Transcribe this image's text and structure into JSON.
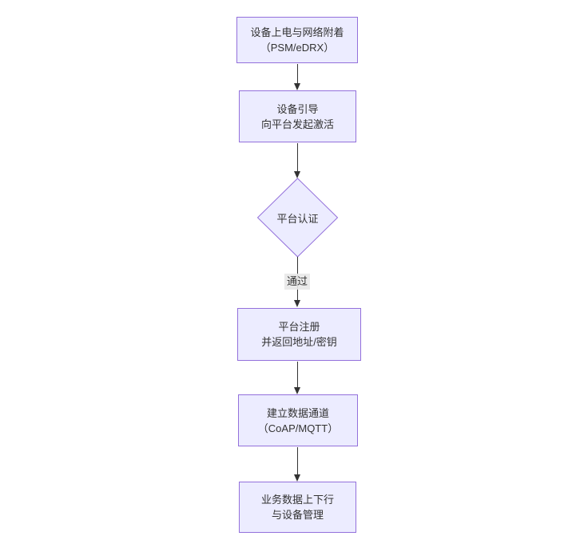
{
  "diagram": {
    "type": "flowchart-top-down",
    "colors": {
      "node_fill": "#ECECFF",
      "node_border": "#9370DB",
      "text": "#333333",
      "arrow": "#333333",
      "edge_label_bg": "#e8e8e8"
    },
    "nodes": [
      {
        "id": "power",
        "shape": "rect",
        "line1": "设备上电与网络附着",
        "line2": "（PSM/eDRX）"
      },
      {
        "id": "bootstrap",
        "shape": "rect",
        "line1": "设备引导",
        "line2": "向平台发起激活"
      },
      {
        "id": "auth",
        "shape": "diamond",
        "label": "平台认证"
      },
      {
        "id": "register",
        "shape": "rect",
        "line1": "平台注册",
        "line2": "并返回地址/密钥"
      },
      {
        "id": "channel",
        "shape": "rect",
        "line1": "建立数据通道",
        "line2": "（CoAP/MQTT）"
      },
      {
        "id": "business",
        "shape": "rect",
        "line1": "业务数据上下行",
        "line2": "与设备管理"
      }
    ],
    "edges": [
      {
        "from": "power",
        "to": "bootstrap",
        "label": ""
      },
      {
        "from": "bootstrap",
        "to": "auth",
        "label": ""
      },
      {
        "from": "auth",
        "to": "register",
        "label": "通过"
      },
      {
        "from": "register",
        "to": "channel",
        "label": ""
      },
      {
        "from": "channel",
        "to": "business",
        "label": ""
      }
    ]
  }
}
